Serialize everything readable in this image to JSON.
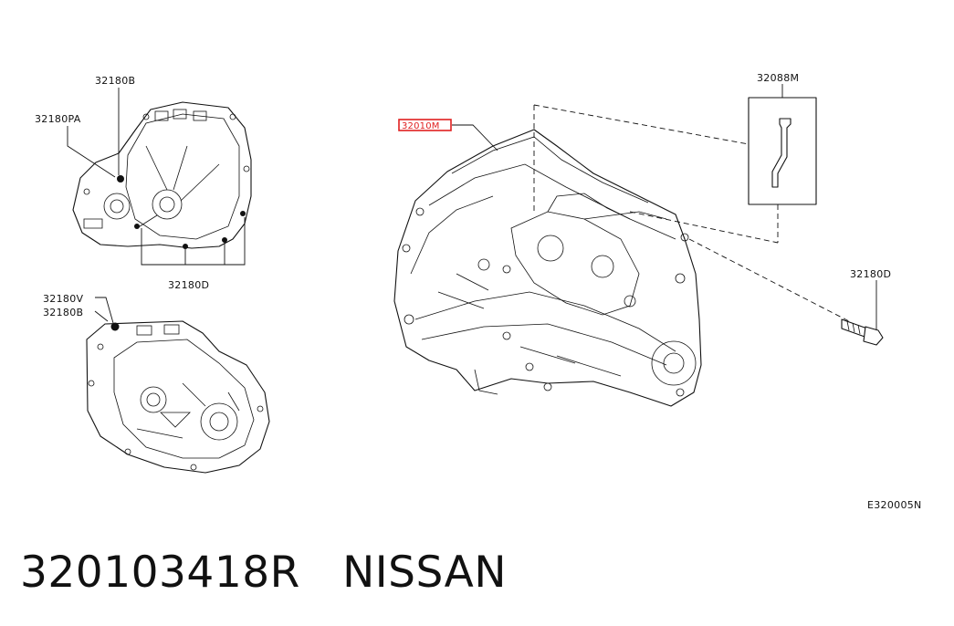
{
  "labels": {
    "label_32180B_top": "32180B",
    "label_32180PA": "32180PA",
    "label_32180D_left": "32180D",
    "label_32180V": "32180V",
    "label_32180B_bottom": "32180B",
    "label_32010M": "32010M",
    "label_32088M": "32088M",
    "label_32180D_right": "32180D",
    "diagram_code": "E320005N"
  },
  "colors": {
    "highlight": "#e02020",
    "line": "#111111"
  },
  "caption": {
    "part_number": "320103418R",
    "brand": "NISSAN"
  }
}
